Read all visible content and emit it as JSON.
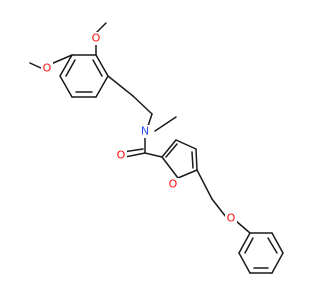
{
  "molecule": {
    "atoms": {
      "o_methoxy_3": "O",
      "o_methoxy_4": "O",
      "n_amide": "N",
      "o_carbonyl": "O",
      "o_furan": "O",
      "o_ether": "O"
    }
  },
  "colors": {
    "bond": "#1a1a1a",
    "oxygen": "#ff0d0d",
    "nitrogen": "#3050f8"
  }
}
